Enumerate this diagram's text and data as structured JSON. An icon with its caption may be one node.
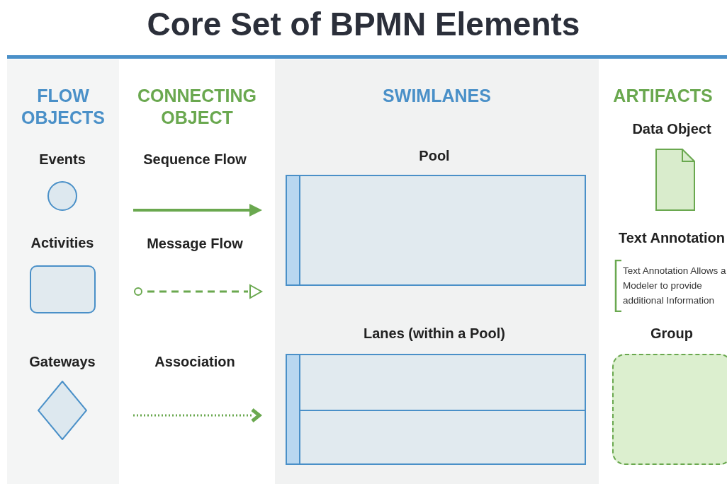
{
  "diagram": {
    "title": "Core Set of BPMN Elements",
    "nodes": [
      {
        "text": [
          "FLOW OBJECTS"
        ]
      },
      {
        "text": [],
        "shape": "circle",
        "beside": [
          "Events"
        ],
        "in": 0
      },
      {
        "text": [],
        "shape": "box",
        "beside": [
          "Activities"
        ],
        "in": 0
      },
      {
        "text": [],
        "shape": "diamond",
        "beside": [
          "Gateways"
        ],
        "in": 0
      },
      {
        "text": [
          "CONNECTING OBJECT"
        ]
      },
      {
        "text": [
          "SWIMLANES"
        ]
      },
      {
        "text": [],
        "shape": "box",
        "beside": [
          "Pool"
        ],
        "in": 5
      },
      {
        "text": [],
        "shape": "box",
        "beside": [
          "Lanes (within a Pool)"
        ],
        "in": 5
      },
      {
        "text": [
          "ARTIFACTS"
        ]
      },
      {
        "text": [],
        "shape": "document",
        "beside": [
          "Data Object"
        ],
        "in": 8
      },
      {
        "text": [
          "Text Annotation Allows a Modeler to provide additional Information"
        ],
        "beside": [
          "Text Annotation"
        ],
        "in": 8
      },
      {
        "text": [],
        "shape": "box",
        "beside": [
          "Group"
        ],
        "in": 8
      }
    ],
    "edges": [],
    "labels": [
      "Sequence Flow",
      "Message Flow",
      "Association"
    ]
  }
}
